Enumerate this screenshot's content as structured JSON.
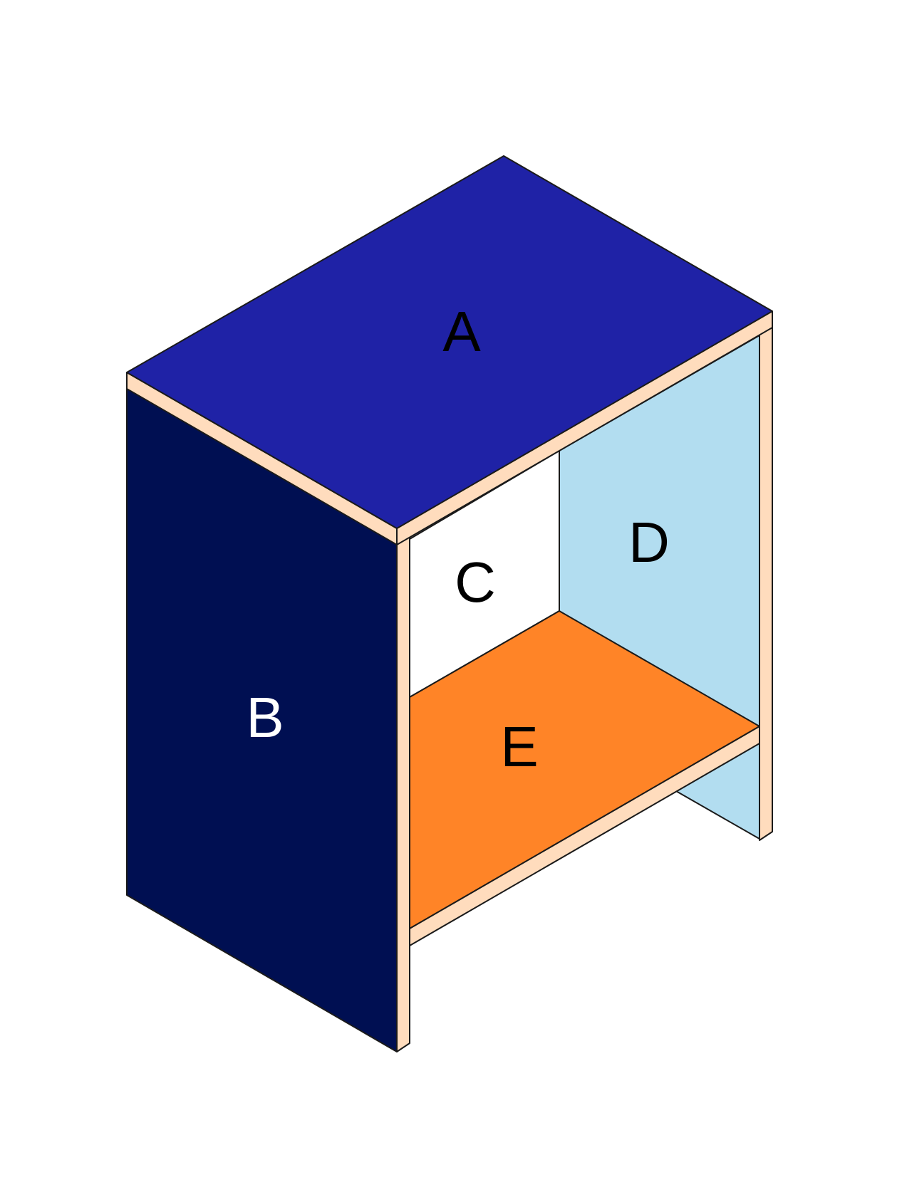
{
  "colors": {
    "panel_a": "#1f22a6",
    "panel_b": "#000f52",
    "panel_c": "#ffffff",
    "panel_d": "#b2ddf0",
    "panel_e": "#ff8427",
    "board_edge": "#ffdcbd",
    "outline": "#1a1a1a",
    "label_dark": "#000000",
    "label_light": "#ffffff"
  },
  "panels": [
    {
      "id": "A",
      "label": "A",
      "description_color": "panel_a"
    },
    {
      "id": "B",
      "label": "B",
      "description_color": "panel_b"
    },
    {
      "id": "C",
      "label": "C",
      "description_color": "panel_c"
    },
    {
      "id": "D",
      "label": "D",
      "description_color": "panel_d"
    },
    {
      "id": "E",
      "label": "E",
      "description_color": "panel_e"
    }
  ]
}
